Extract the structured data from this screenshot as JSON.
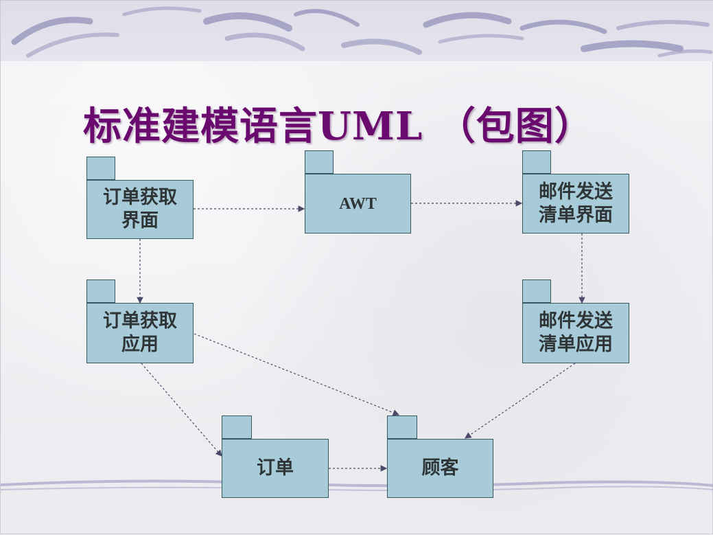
{
  "slide": {
    "title": "标准建模语言UML （包图）"
  },
  "diagram": {
    "packages": [
      {
        "id": "order-ui",
        "lines": [
          "订单获取",
          "界面"
        ]
      },
      {
        "id": "awt",
        "lines": [
          "AWT"
        ]
      },
      {
        "id": "mail-ui",
        "lines": [
          "邮件发送",
          "清单界面"
        ]
      },
      {
        "id": "order-app",
        "lines": [
          "订单获取",
          "应用"
        ]
      },
      {
        "id": "mail-app",
        "lines": [
          "邮件发送",
          "清单应用"
        ]
      },
      {
        "id": "order",
        "lines": [
          "订单"
        ]
      },
      {
        "id": "customer",
        "lines": [
          "顾客"
        ]
      }
    ],
    "dependencies": [
      {
        "from": "order-ui",
        "to": "awt"
      },
      {
        "from": "awt",
        "to": "mail-ui"
      },
      {
        "from": "order-ui",
        "to": "order-app"
      },
      {
        "from": "mail-ui",
        "to": "mail-app"
      },
      {
        "from": "order-app",
        "to": "order"
      },
      {
        "from": "order-app",
        "to": "customer"
      },
      {
        "from": "mail-app",
        "to": "customer"
      },
      {
        "from": "order",
        "to": "customer"
      }
    ],
    "colors": {
      "package_fill": "#a7cbd8",
      "package_border": "#35595f",
      "title": "#6a0a6e",
      "dependency_line": "#4a4a6a"
    }
  }
}
